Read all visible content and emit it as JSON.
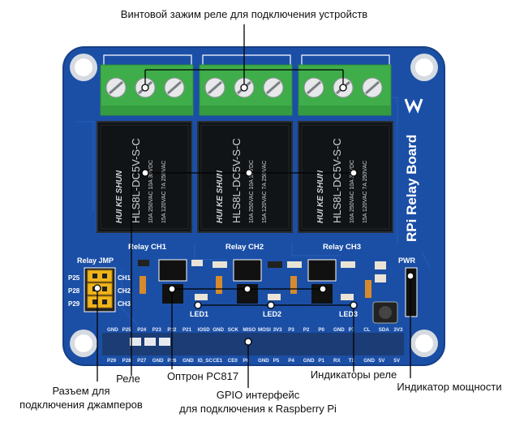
{
  "annotations": {
    "top_callout": "Винтовой зажим реле для подключения устройств",
    "relay": "Реле",
    "optocoupler": "Оптрон PC817",
    "jumper_line1": "Разъем для",
    "jumper_line2": "подключения джамперов",
    "gpio_line1": "GPIO интерфейс",
    "gpio_line2": "для подключения к Raspberry Pi",
    "relay_leds": "Индикаторы реле",
    "power_led": "Индикатор мощности"
  },
  "board": {
    "title": "RPi Relay Board",
    "channels": [
      "Relay CH1",
      "Relay CH2",
      "Relay CH3"
    ],
    "jmp_title": "Relay JMP",
    "jmp_pins": [
      "P25",
      "P28",
      "P29"
    ],
    "jmp_ch": [
      "CH1",
      "CH2",
      "CH3"
    ],
    "leds": [
      "LED1",
      "LED2",
      "LED3"
    ],
    "pwr": "PWR",
    "relay_model": "HLS8L-DC5V-S-C",
    "relay_brand": "HUI KE SHUN",
    "relay_rating_a": "10A 250VAC 10A 30VDC",
    "relay_rating_b": "15A 120VAC 7A 250VAC",
    "header_top": [
      "GND",
      "P25",
      "P24",
      "P23",
      "P22",
      "P21",
      "IOSD",
      "GND",
      "SCK",
      "MISO",
      "MOSI",
      "3V3",
      "P3",
      "P2",
      "P0",
      "GND",
      "P7",
      "CL",
      "SDA",
      "3V3"
    ],
    "header_bottom": [
      "P29",
      "P28",
      "P27",
      "GND",
      "P26",
      "GND",
      "ID_SC",
      "CE1",
      "CE0",
      "P6",
      "GND",
      "P5",
      "P4",
      "GND",
      "P1",
      "RX",
      "TX",
      "GND",
      "5V",
      "5V"
    ]
  },
  "colors": {
    "pcb": "#1b4fa6",
    "pcb_edge": "#163f86",
    "terminal": "#3fae4a",
    "relay_body": "#111416",
    "jumper": "#f1b51c",
    "callout_line": "#000000",
    "marker_fill": "#ffffff"
  }
}
